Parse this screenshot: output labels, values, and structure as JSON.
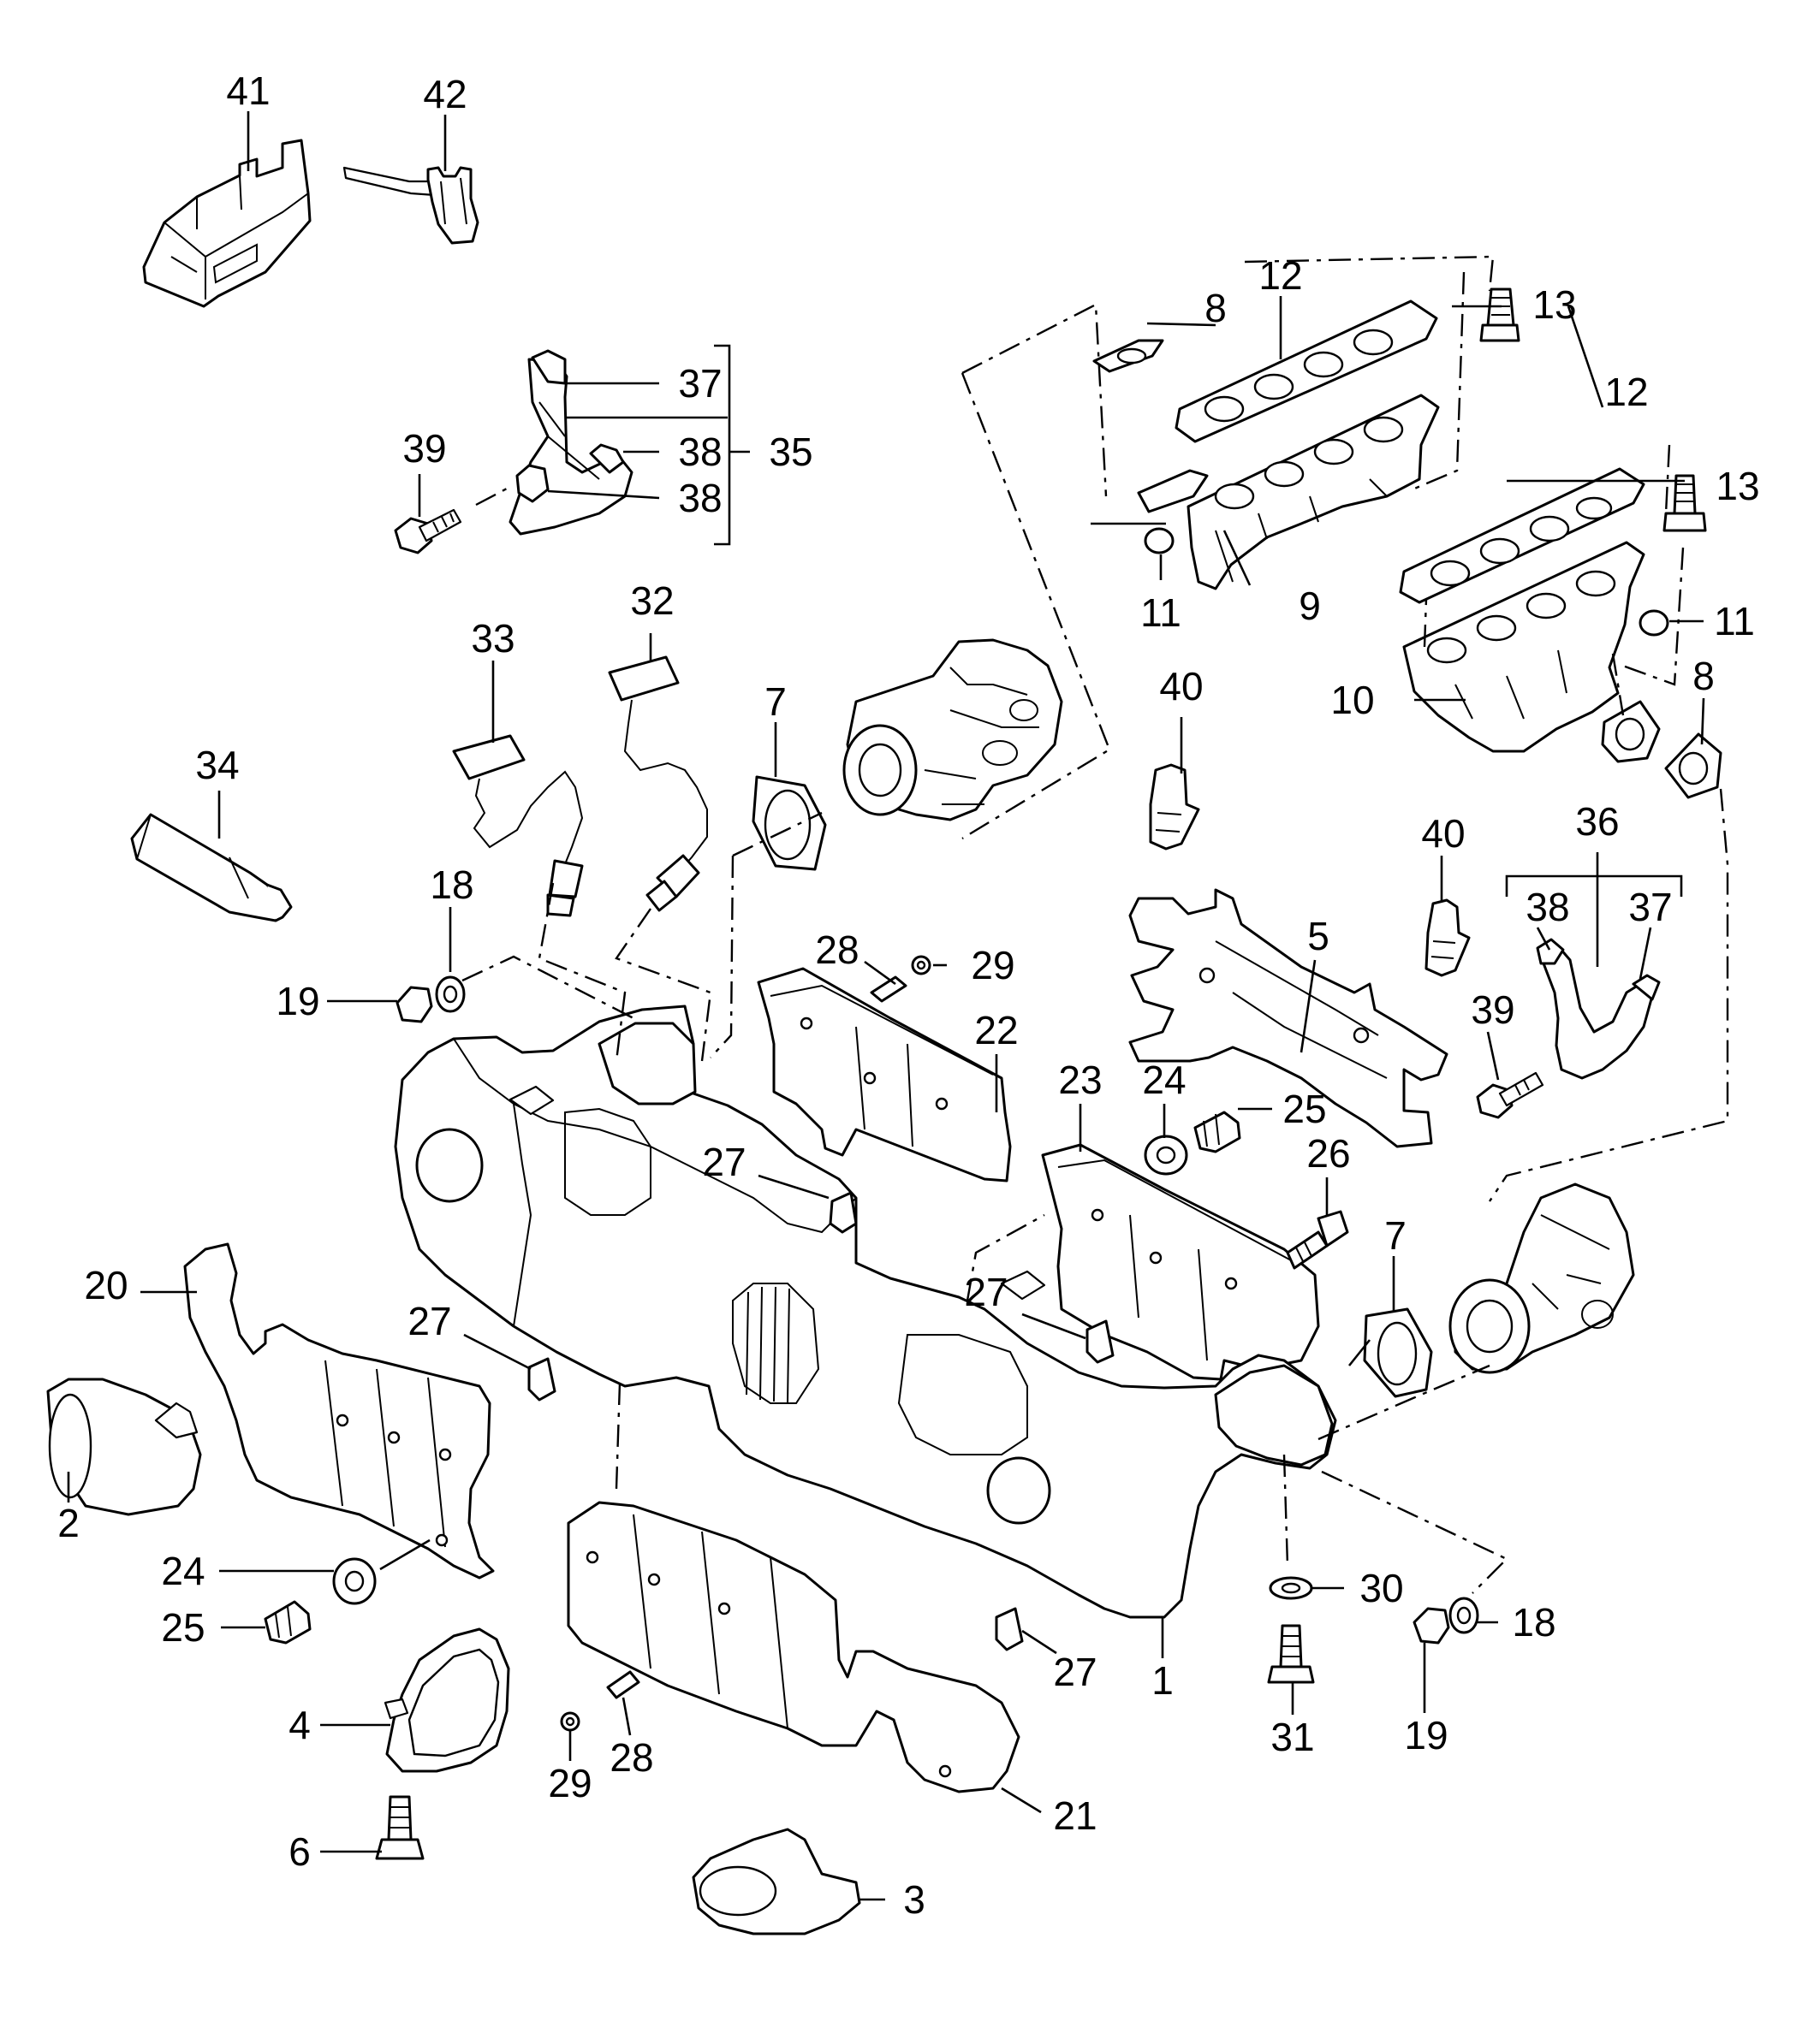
{
  "diagram": {
    "type": "exploded-parts-diagram",
    "callouts": {
      "c1": "1",
      "c2": "2",
      "c3": "3",
      "c4": "4",
      "c5": "5",
      "c6": "6",
      "c7a": "7",
      "c7b": "7",
      "c8a": "8",
      "c8b": "8",
      "c9": "9",
      "c10": "10",
      "c11a": "11",
      "c11b": "11",
      "c12a": "12",
      "c12b": "12",
      "c13a": "13",
      "c13b": "13",
      "c18a": "18",
      "c18b": "18",
      "c19a": "19",
      "c19b": "19",
      "c20": "20",
      "c21": "21",
      "c22": "22",
      "c23": "23",
      "c24a": "24",
      "c24b": "24",
      "c25a": "25",
      "c25b": "25",
      "c26": "26",
      "c27a": "27",
      "c27b": "27",
      "c27c": "27",
      "c27d": "27",
      "c28a": "28",
      "c28b": "28",
      "c29a": "29",
      "c29b": "29",
      "c30": "30",
      "c31": "31",
      "c32": "32",
      "c33": "33",
      "c34": "34",
      "c35": "35",
      "c36": "36",
      "c37a": "37",
      "c37b": "37",
      "c38a": "38",
      "c38b": "38",
      "c38c": "38",
      "c39a": "39",
      "c39b": "39",
      "c40a": "40",
      "c40b": "40",
      "c41": "41",
      "c42": "42"
    },
    "icons": {
      "exhaust-system": "muffler-assembly",
      "turbocharger": "turbocharger",
      "manifold": "exhaust-manifold",
      "oxygen-sensor": "lambda-probe",
      "heat-shield": "heat-shield",
      "fastener": "bolt-nut-washer",
      "tail-pipe": "tail-pipe-tip"
    }
  }
}
